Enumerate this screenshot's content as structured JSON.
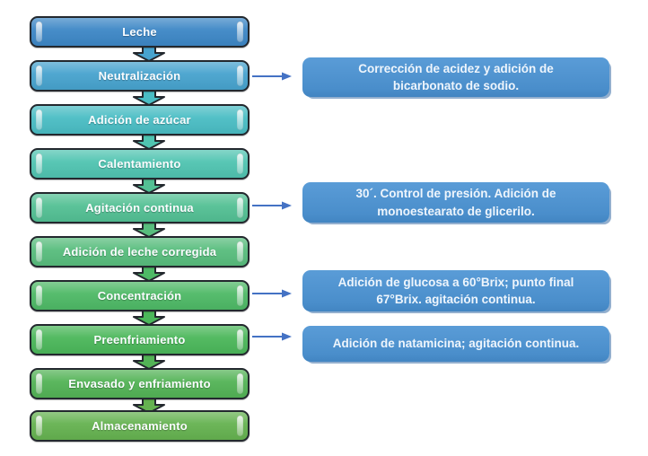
{
  "diagram": {
    "type": "flowchart",
    "language": "es",
    "steps": [
      {
        "label": "Leche",
        "color": "#3d87c6"
      },
      {
        "label": "Neutralización",
        "color": "#47a3ce"
      },
      {
        "label": "Adición de azúcar",
        "color": "#4abdc4"
      },
      {
        "label": "Calentamiento",
        "color": "#50c4b1"
      },
      {
        "label": "Agitación continua",
        "color": "#53c094"
      },
      {
        "label": "Adición de leche corregida",
        "color": "#58bd7d"
      },
      {
        "label": "Concentración",
        "color": "#4eb966"
      },
      {
        "label": "Preenfriamiento",
        "color": "#4bb75a"
      },
      {
        "label": "Envasado y enfriamiento",
        "color": "#53b356"
      },
      {
        "label": "Almacenamiento",
        "color": "#65b250"
      }
    ],
    "callouts": [
      {
        "text": "Corrección de acidez y adición de bicarbonato de sodio.",
        "attached_step": "Neutralización"
      },
      {
        "text": "30´. Control de presión. Adición de monoestearato de glicerilo.",
        "attached_step": "Agitación continua"
      },
      {
        "text": "Adición de glucosa a 60°Brix; punto final 67°Brix. agitación continua.",
        "attached_step": "Concentración"
      },
      {
        "text": "Adición de natamicina; agitación continua.",
        "attached_step": "Preenfriamiento"
      }
    ],
    "colors": {
      "step_outline": "#23282e",
      "step_text": "#fbfdff",
      "callout_fill": "#4b90ce",
      "callout_text": "#eef5fc",
      "connector_arrow": "#4472c4"
    }
  }
}
